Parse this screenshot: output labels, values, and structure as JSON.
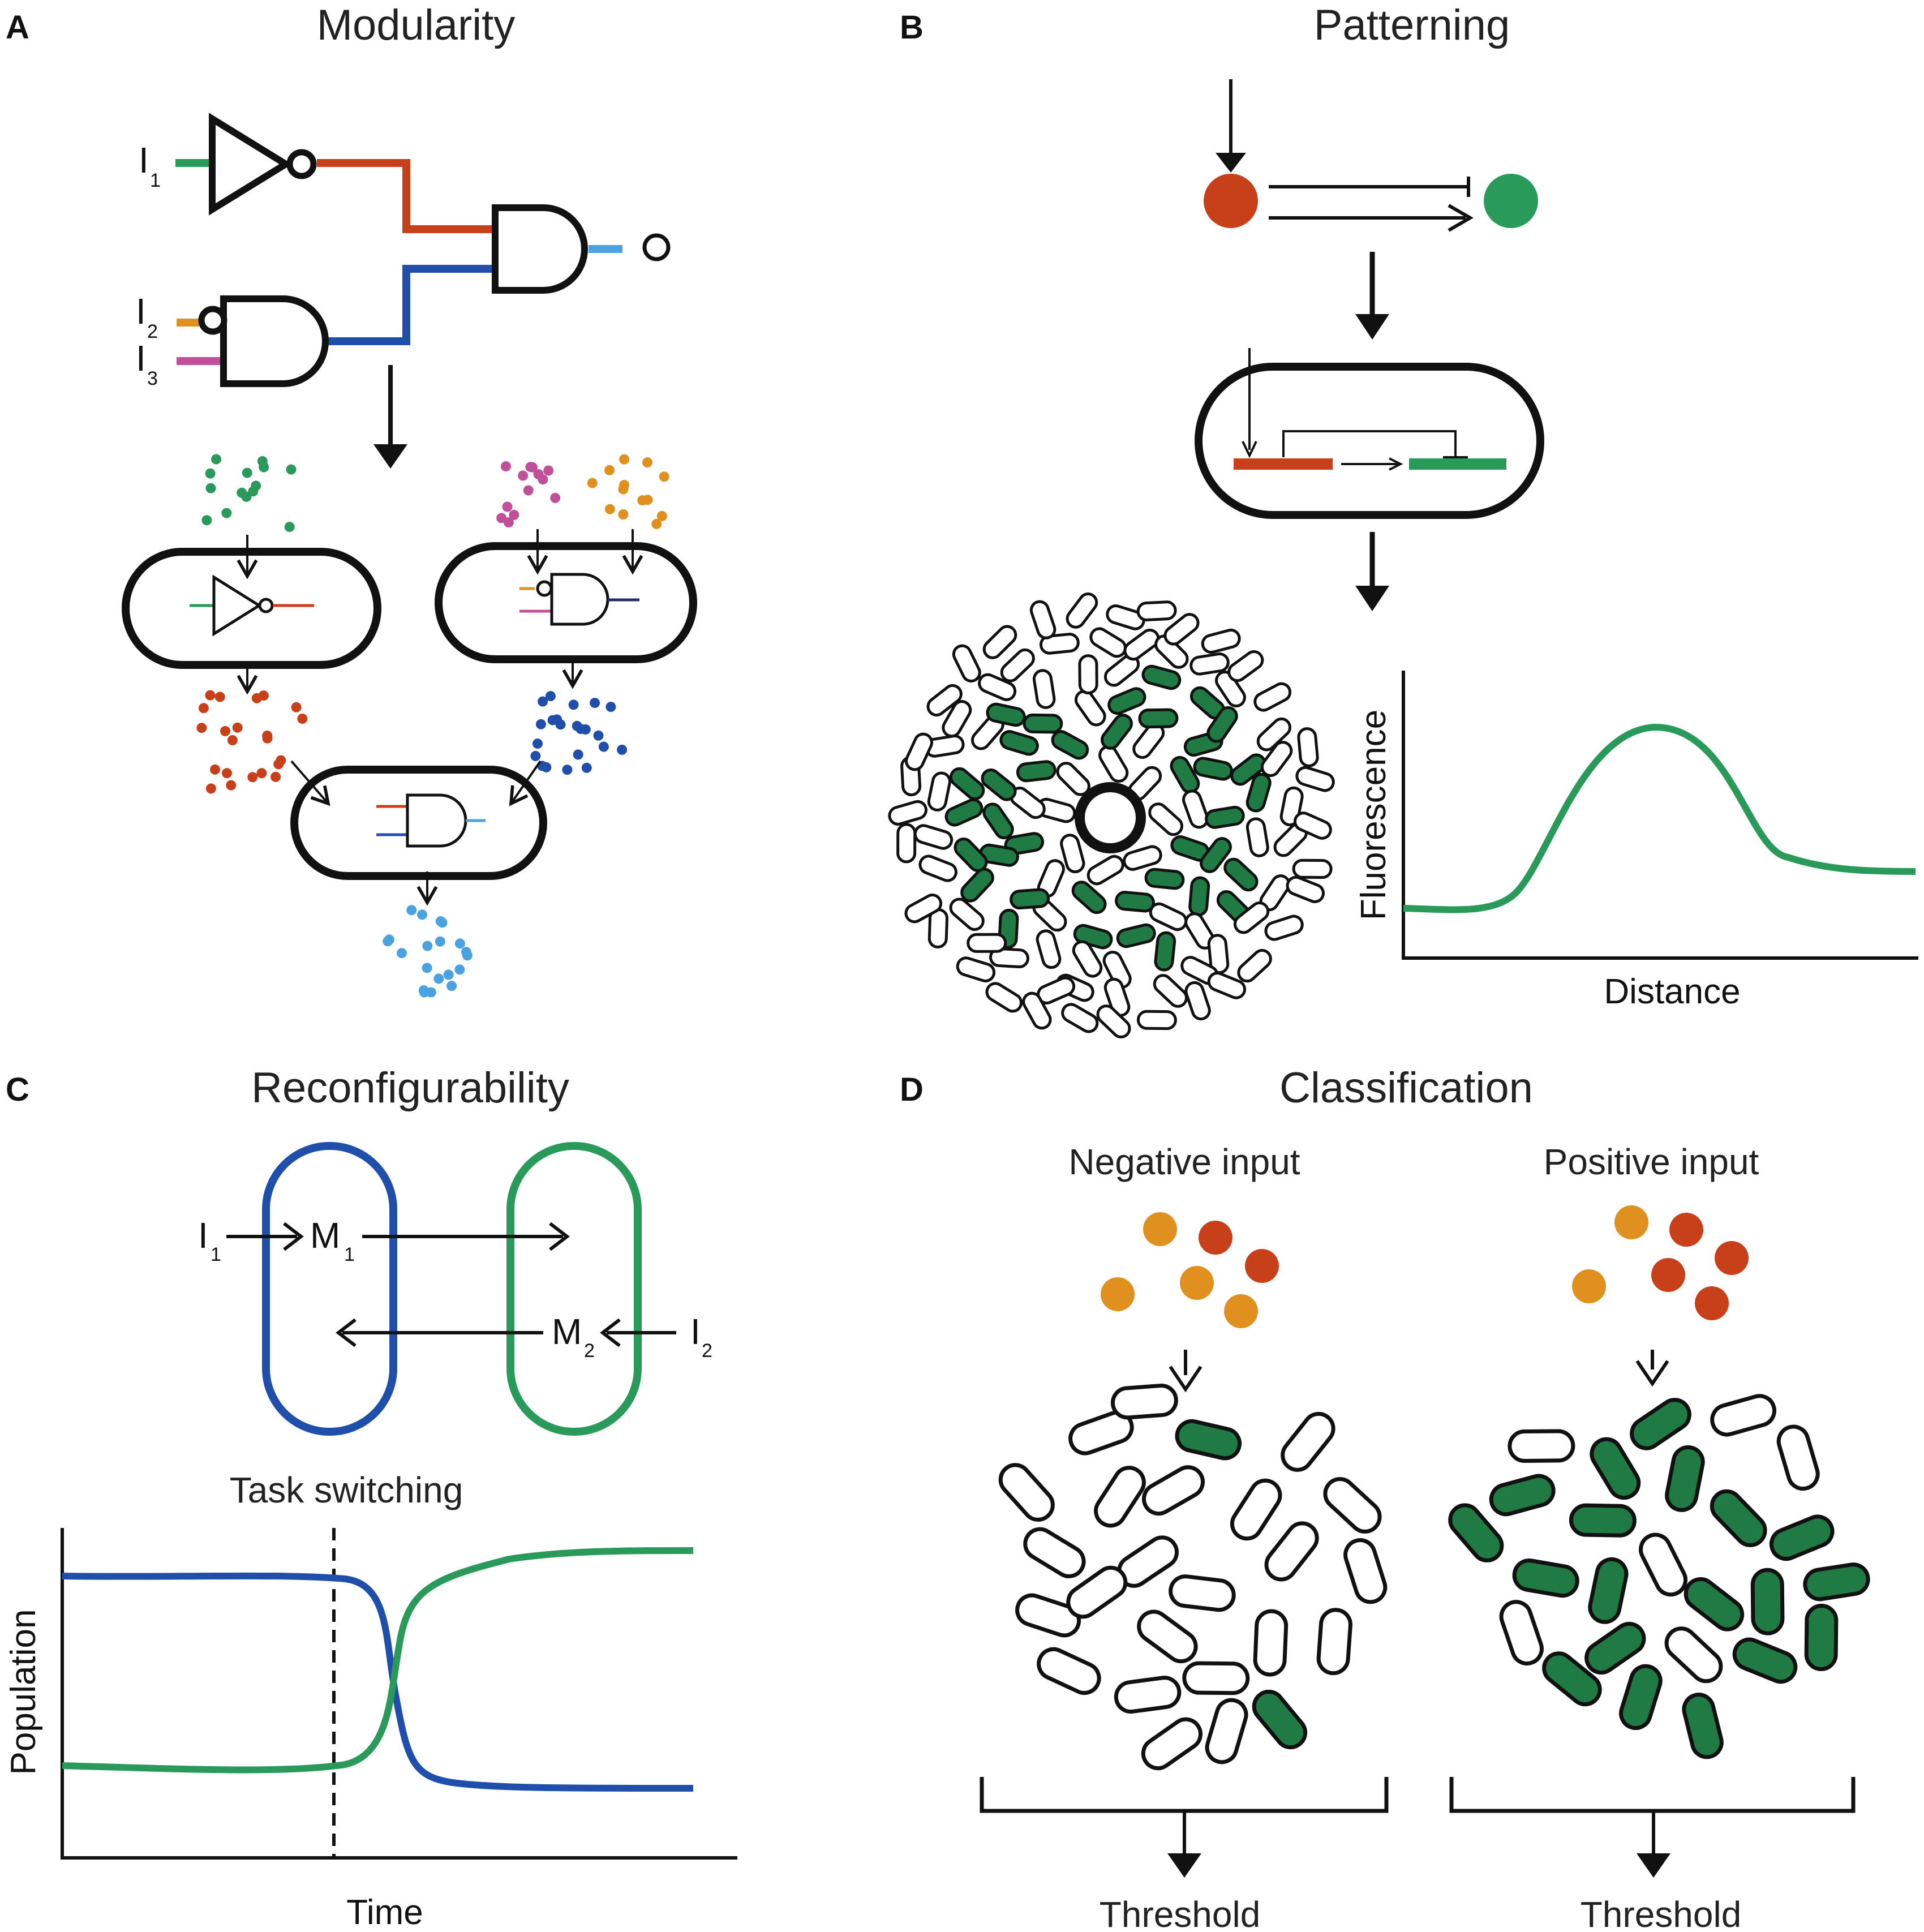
{
  "colors": {
    "green": "#2a9a5a",
    "dark_green": "#1f7a43",
    "red": "#c8401a",
    "blue": "#1f4faa",
    "light_blue": "#4aa3e0",
    "orange": "#e0901f",
    "magenta": "#c0509a",
    "black": "#111111"
  },
  "panel_a": {
    "letter": "A",
    "title": "Modularity",
    "inputs": [
      {
        "main": "I",
        "sub": "1"
      },
      {
        "main": "I",
        "sub": "2"
      },
      {
        "main": "I",
        "sub": "3"
      }
    ],
    "output": "O"
  },
  "panel_b": {
    "letter": "B",
    "title": "Patterning",
    "xlabel": "Distance",
    "ylabel": "Fluorescence"
  },
  "panel_c": {
    "letter": "C",
    "title": "Reconfigurability",
    "i1": {
      "main": "I",
      "sub": "1"
    },
    "m1": {
      "main": "M",
      "sub": "1"
    },
    "m2": {
      "main": "M",
      "sub": "2"
    },
    "i2": {
      "main": "I",
      "sub": "2"
    },
    "subtitle": "Task switching",
    "xlabel": "Time",
    "ylabel": "Population"
  },
  "panel_d": {
    "letter": "D",
    "title": "Classification",
    "left_label": "Negative input",
    "right_label": "Positive input",
    "left_threshold": "Threshold",
    "right_threshold": "Threshold"
  }
}
